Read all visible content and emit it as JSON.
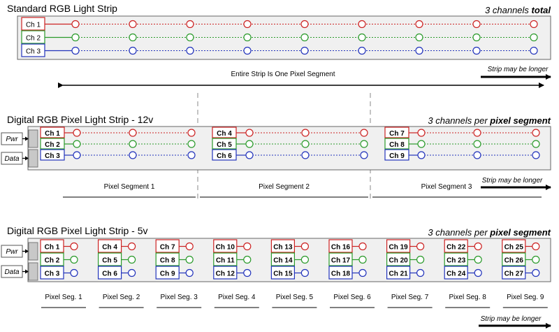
{
  "colors": {
    "red": "#cc2222",
    "green": "#2a9a2a",
    "blue": "#2233bb",
    "panel": "#f0f0f0",
    "connector": "#c8c8c8",
    "dash": "#888888"
  },
  "standard": {
    "title": "Standard RGB Light Strip",
    "count_prefix": "3 channels ",
    "count_emph": "total",
    "channels": [
      "Ch 1",
      "Ch 2",
      "Ch 3"
    ],
    "segment_label": "Entire Strip Is One Pixel Segment",
    "longer_note": "Strip may be longer"
  },
  "strip12v": {
    "title": "Digital RGB Pixel Light Strip - 12v",
    "count_prefix": "3 channels per ",
    "count_emph": "pixel segment",
    "inputs": [
      "Pwr",
      "Data"
    ],
    "segments": [
      {
        "label": "Pixel Segment 1",
        "channels": [
          "Ch 1",
          "Ch 2",
          "Ch 3"
        ]
      },
      {
        "label": "Pixel Segment 2",
        "channels": [
          "Ch 4",
          "Ch 5",
          "Ch 6"
        ]
      },
      {
        "label": "Pixel Segment 3",
        "channels": [
          "Ch 7",
          "Ch 8",
          "Ch 9"
        ]
      }
    ],
    "longer_note": "Strip may be longer"
  },
  "strip5v": {
    "title": "Digital RGB Pixel Light Strip - 5v",
    "count_prefix": "3 channels per ",
    "count_emph": "pixel segment",
    "inputs": [
      "Pwr",
      "Data"
    ],
    "segments": [
      {
        "label": "Pixel Seg. 1",
        "channels": [
          "Ch 1",
          "Ch 2",
          "Ch 3"
        ]
      },
      {
        "label": "Pixel Seg. 2",
        "channels": [
          "Ch 4",
          "Ch 5",
          "Ch 6"
        ]
      },
      {
        "label": "Pixel Seg. 3",
        "channels": [
          "Ch 7",
          "Ch 8",
          "Ch 9"
        ]
      },
      {
        "label": "Pixel Seg. 4",
        "channels": [
          "Ch 10",
          "Ch 11",
          "Ch 12"
        ]
      },
      {
        "label": "Pixel Seg. 5",
        "channels": [
          "Ch 13",
          "Ch 14",
          "Ch 15"
        ]
      },
      {
        "label": "Pixel Seg. 6",
        "channels": [
          "Ch 16",
          "Ch 17",
          "Ch 18"
        ]
      },
      {
        "label": "Pixel Seg. 7",
        "channels": [
          "Ch 19",
          "Ch 20",
          "Ch 21"
        ]
      },
      {
        "label": "Pixel Seg. 8",
        "channels": [
          "Ch 22",
          "Ch 23",
          "Ch 24"
        ]
      },
      {
        "label": "Pixel Seg. 9",
        "channels": [
          "Ch 25",
          "Ch 26",
          "Ch 27"
        ]
      }
    ],
    "longer_note": "Strip may be longer"
  }
}
